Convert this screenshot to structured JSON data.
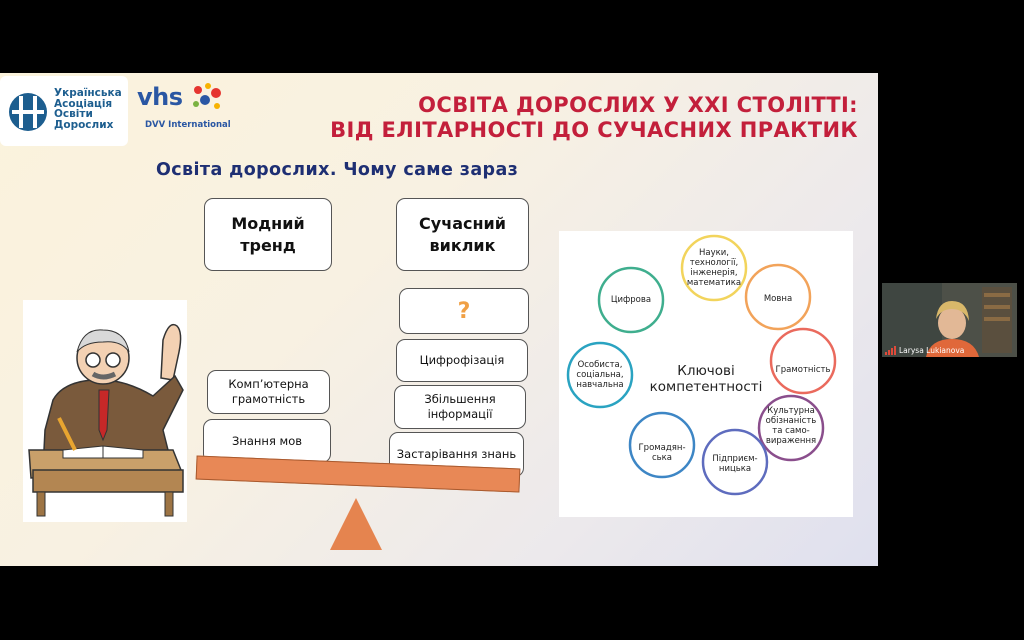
{
  "slide": {
    "logo_text": "Українська\nАсоціація\nОсвіти\nДорослих",
    "vhs": "vhs",
    "dvv": "DVV International",
    "title_line1": "ОСВІТА ДОРОСЛИХ У ХХІ СТОЛІТТІ:",
    "title_line2": "ВІД ЕЛІТАРНОСТІ ДО СУЧАСНИХ ПРАКТИК",
    "subtitle": "Освіта дорослих. Чому саме зараз",
    "trend": "Модний\nтренд",
    "challenge": "Сучасний\nвиклик",
    "left_items": [
      "Комп’ютерна\nграмотність",
      "Знання мов"
    ],
    "right_items": [
      "?",
      "Цифрофізація",
      "Збільшення\nінформації",
      "Застарівання знань"
    ],
    "center": "Ключові\nкомпетентності",
    "competences": [
      "Науки,\nтехнології,\nінженерія,\nматематика",
      "Мовна",
      "Грамотність",
      "Культурна\nобізнаність\nта само-\nвираження",
      "Підприєм-\nницька",
      "Громадян-\nська",
      "Особиста,\nсоціальна,\nнавчальна",
      "Цифрова"
    ],
    "colors": {
      "title": "#c31f3b",
      "subtitle": "#1e2f73",
      "beam": "#e88856"
    }
  },
  "video": {
    "name": "Larysa Lukianova"
  }
}
